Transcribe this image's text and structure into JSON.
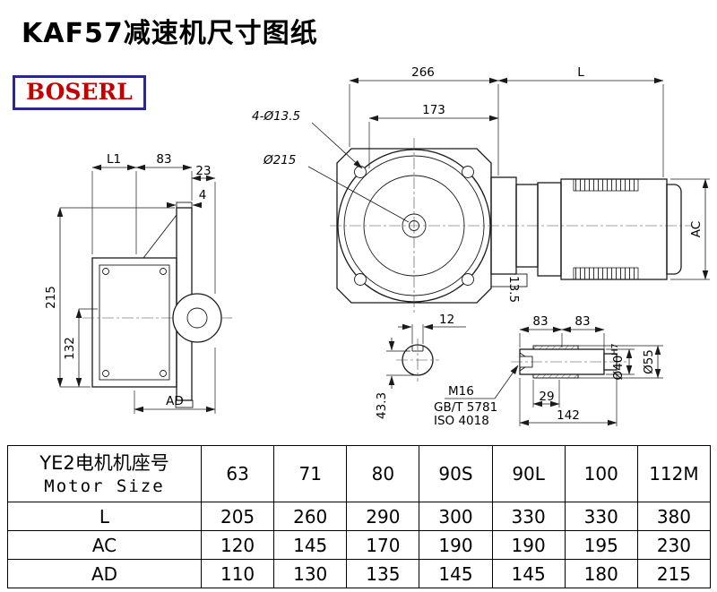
{
  "header": {
    "title": "KAF57减速机尺寸图纸",
    "brand": "BOSERL"
  },
  "drawing": {
    "side": {
      "l1": "L1",
      "d83": "83",
      "d23": "23",
      "d4": "4",
      "d215": "215",
      "d132": "132",
      "ad": "AD"
    },
    "front": {
      "d266": "266",
      "d173": "173",
      "bolts": "4-Ø13.5",
      "flange": "Ø215",
      "d135": "13.5"
    },
    "motor": {
      "L": "L",
      "AC": "AC"
    },
    "shaft": {
      "d12": "12",
      "d433": "43.3",
      "d83a": "83",
      "d83b": "83",
      "m16": "M16",
      "gbt": "GB/T 5781",
      "iso": "ISO 4018",
      "d29": "29",
      "d142": "142",
      "d40": "Ø40",
      "d40tol": "H7",
      "d55": "Ø55"
    }
  },
  "table": {
    "header_cn": "YE2电机机座号",
    "header_en": "Motor Size",
    "sizes": [
      "63",
      "71",
      "80",
      "90S",
      "90L",
      "100",
      "112M"
    ],
    "rows": [
      {
        "label": "L",
        "values": [
          "205",
          "260",
          "290",
          "300",
          "330",
          "330",
          "380"
        ]
      },
      {
        "label": "AC",
        "values": [
          "120",
          "145",
          "170",
          "190",
          "190",
          "195",
          "230"
        ]
      },
      {
        "label": "AD",
        "values": [
          "110",
          "130",
          "135",
          "145",
          "145",
          "180",
          "215"
        ]
      }
    ]
  }
}
